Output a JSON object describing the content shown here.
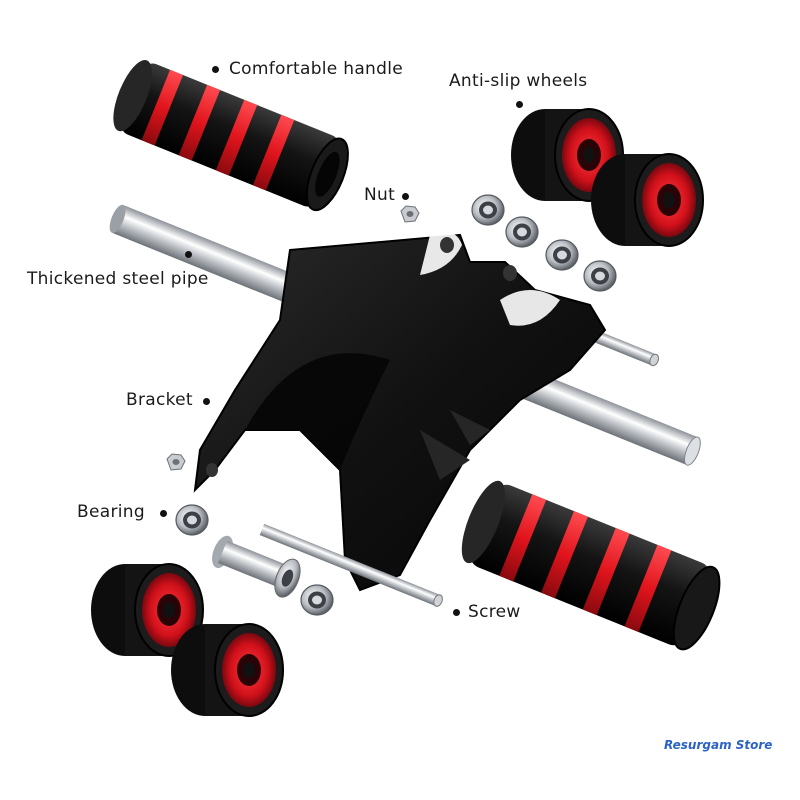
{
  "labels": {
    "handle": "Comfortable handle",
    "wheels": "Anti-slip wheels",
    "nut": "Nut",
    "pipe": "Thickened steel pipe",
    "bracket": "Bracket",
    "bearing": "Bearing",
    "screw": "Screw"
  },
  "watermark": "Resurgam Store",
  "colors": {
    "accent": "#e0141c",
    "body": "#111111",
    "metal": "#c8cbd0",
    "watermark": "#2b63c4"
  }
}
